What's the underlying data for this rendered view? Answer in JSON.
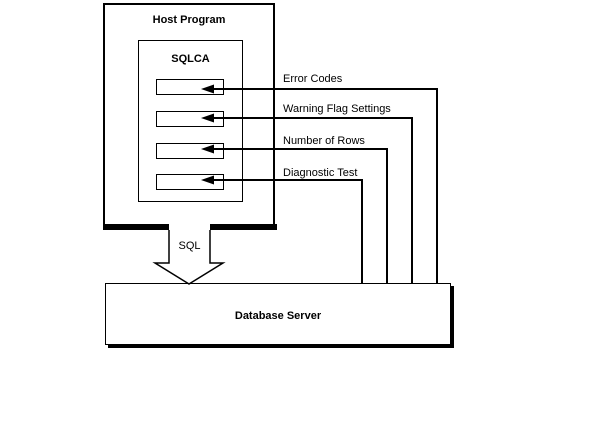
{
  "figure": {
    "host_program_label": "Host Program",
    "sqlca_label": "SQLCA",
    "connectors": [
      {
        "label": "Error Codes"
      },
      {
        "label": "Warning Flag Settings"
      },
      {
        "label": "Number of Rows"
      },
      {
        "label": "Diagnostic Test"
      }
    ],
    "sql_label": "SQL",
    "database_server_label": "Database Server",
    "colors": {
      "line": "#000000",
      "text": "#000000",
      "background": "#ffffff"
    }
  }
}
